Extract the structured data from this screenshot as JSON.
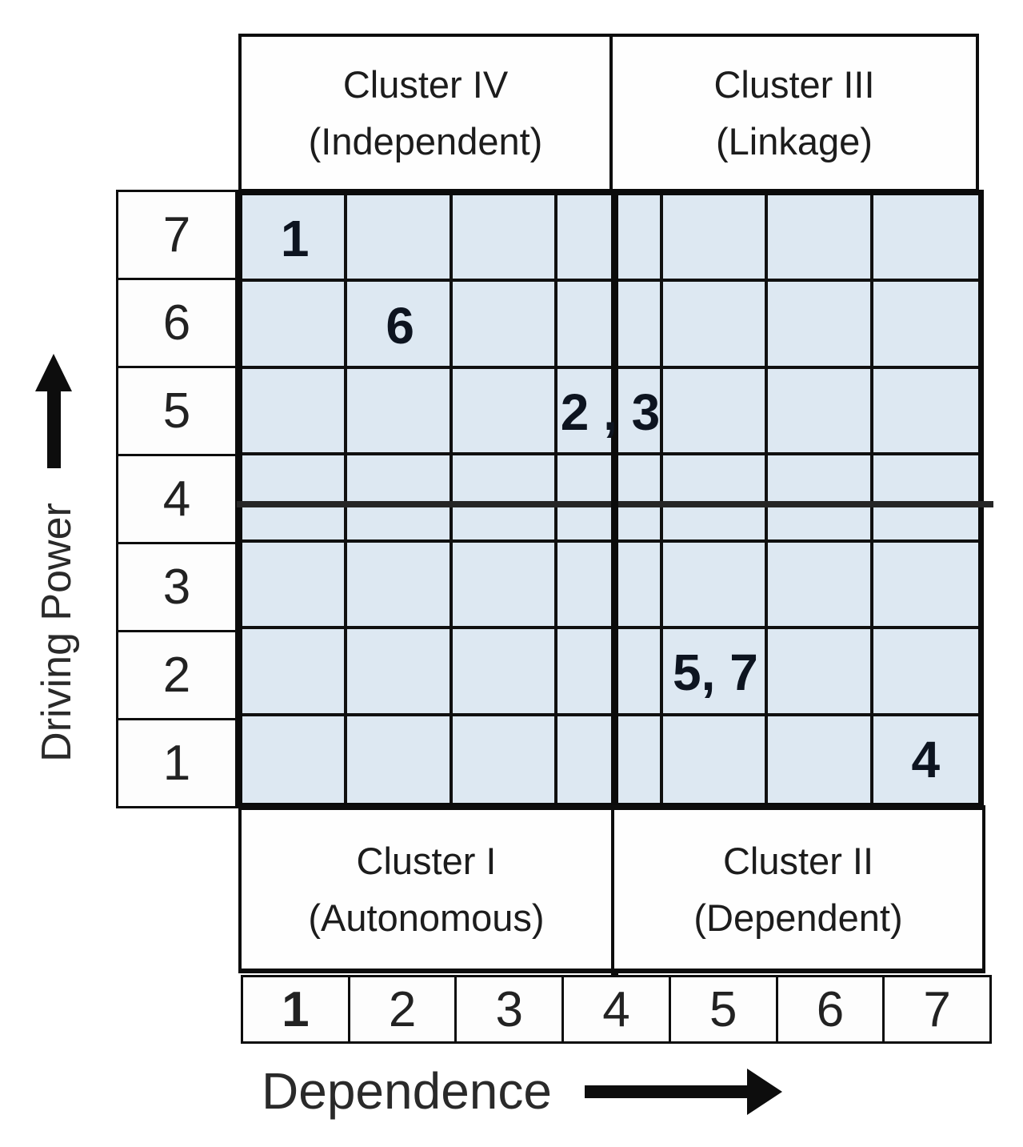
{
  "figure": {
    "quadrant_labels": {
      "top_left": {
        "line1": "Cluster IV",
        "line2": "(Independent)"
      },
      "top_right": {
        "line1": "Cluster III",
        "line2": "(Linkage)"
      },
      "bottom_left": {
        "line1": "Cluster I",
        "line2": "(Autonomous)"
      },
      "bottom_right": {
        "line1": "Cluster II",
        "line2": "(Dependent)"
      }
    },
    "y_axis": {
      "title": "Driving Power",
      "labels": [
        "7",
        "6",
        "5",
        "4",
        "3",
        "2",
        "1"
      ]
    },
    "x_axis": {
      "title": "Dependence",
      "labels": [
        "1",
        "2",
        "3",
        "4",
        "5",
        "6",
        "7"
      ]
    },
    "cell_labels": [
      {
        "label": "1",
        "col": 1,
        "row": 7
      },
      {
        "label": "6",
        "col": 2,
        "row": 6
      },
      {
        "label": "2 , 3",
        "col": 4,
        "row": 5
      },
      {
        "label": "5, 7",
        "col": 5,
        "row": 2
      },
      {
        "label": "4",
        "col": 7,
        "row": 1
      }
    ],
    "colors": {
      "cell_fill": "#dde8f2",
      "line": "#0d0d0d",
      "divider": "#262626"
    }
  },
  "chart_data": {
    "type": "scatter",
    "title": "",
    "xlabel": "Dependence",
    "ylabel": "Driving Power",
    "x_ticks": [
      1,
      2,
      3,
      4,
      5,
      6,
      7
    ],
    "y_ticks": [
      1,
      2,
      3,
      4,
      5,
      6,
      7
    ],
    "xlim": [
      1,
      7
    ],
    "ylim": [
      1,
      7
    ],
    "grid": true,
    "quadrant_divider_x": 4,
    "quadrant_divider_y": 4,
    "points": [
      {
        "label": "1",
        "dependence": 1,
        "driving_power": 7
      },
      {
        "label": "6",
        "dependence": 2,
        "driving_power": 6
      },
      {
        "label": "2",
        "dependence": 4,
        "driving_power": 5
      },
      {
        "label": "3",
        "dependence": 4,
        "driving_power": 5
      },
      {
        "label": "5",
        "dependence": 5,
        "driving_power": 2
      },
      {
        "label": "7",
        "dependence": 5,
        "driving_power": 2
      },
      {
        "label": "4",
        "dependence": 7,
        "driving_power": 1
      }
    ],
    "quadrants": [
      {
        "name": "Cluster IV (Independent)",
        "position": "top-left"
      },
      {
        "name": "Cluster III (Linkage)",
        "position": "top-right"
      },
      {
        "name": "Cluster I (Autonomous)",
        "position": "bottom-left"
      },
      {
        "name": "Cluster II (Dependent)",
        "position": "bottom-right"
      }
    ]
  }
}
